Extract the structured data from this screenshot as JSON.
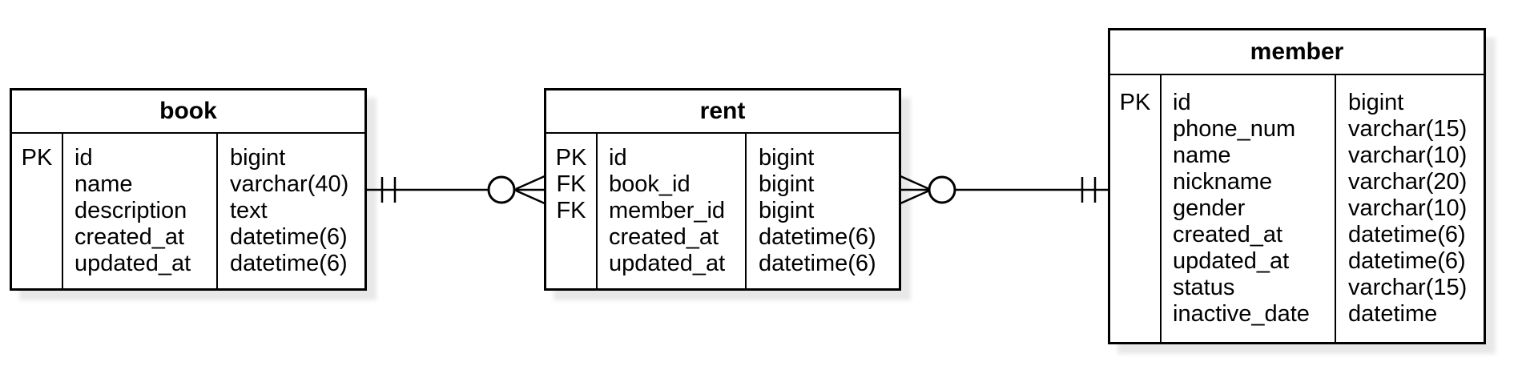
{
  "diagram": {
    "type": "entity-relationship",
    "notation": "crows-foot",
    "background_color": "#ffffff",
    "line_color": "#000000",
    "entity_fill_color": "#ffffff",
    "entities": [
      {
        "title": "book",
        "rows": [
          {
            "key": "PK",
            "name": "id",
            "type": "bigint"
          },
          {
            "key": "",
            "name": "name",
            "type": "varchar(40)"
          },
          {
            "key": "",
            "name": "description",
            "type": "text"
          },
          {
            "key": "",
            "name": "created_at",
            "type": "datetime(6)"
          },
          {
            "key": "",
            "name": "updated_at",
            "type": "datetime(6)"
          }
        ]
      },
      {
        "title": "rent",
        "rows": [
          {
            "key": "PK",
            "name": "id",
            "type": "bigint"
          },
          {
            "key": "FK",
            "name": "book_id",
            "type": "bigint"
          },
          {
            "key": "FK",
            "name": "member_id",
            "type": "bigint"
          },
          {
            "key": "",
            "name": "created_at",
            "type": "datetime(6)"
          },
          {
            "key": "",
            "name": "updated_at",
            "type": "datetime(6)"
          }
        ]
      },
      {
        "title": "member",
        "rows": [
          {
            "key": "PK",
            "name": "id",
            "type": "bigint"
          },
          {
            "key": "",
            "name": "phone_num",
            "type": "varchar(15)"
          },
          {
            "key": "",
            "name": "name",
            "type": "varchar(10)"
          },
          {
            "key": "",
            "name": "nickname",
            "type": "varchar(20)"
          },
          {
            "key": "",
            "name": "gender",
            "type": "varchar(10)"
          },
          {
            "key": "",
            "name": "created_at",
            "type": "datetime(6)"
          },
          {
            "key": "",
            "name": "updated_at",
            "type": "datetime(6)"
          },
          {
            "key": "",
            "name": "status",
            "type": "varchar(15)"
          },
          {
            "key": "",
            "name": "inactive_date",
            "type": "datetime"
          }
        ]
      }
    ],
    "relationships": [
      {
        "from_entity": "book",
        "from_cardinality": "one and only one",
        "to_entity": "rent",
        "to_cardinality": "zero or many"
      },
      {
        "from_entity": "rent",
        "from_cardinality": "zero or many",
        "to_entity": "member",
        "to_cardinality": "one and only one"
      }
    ]
  }
}
